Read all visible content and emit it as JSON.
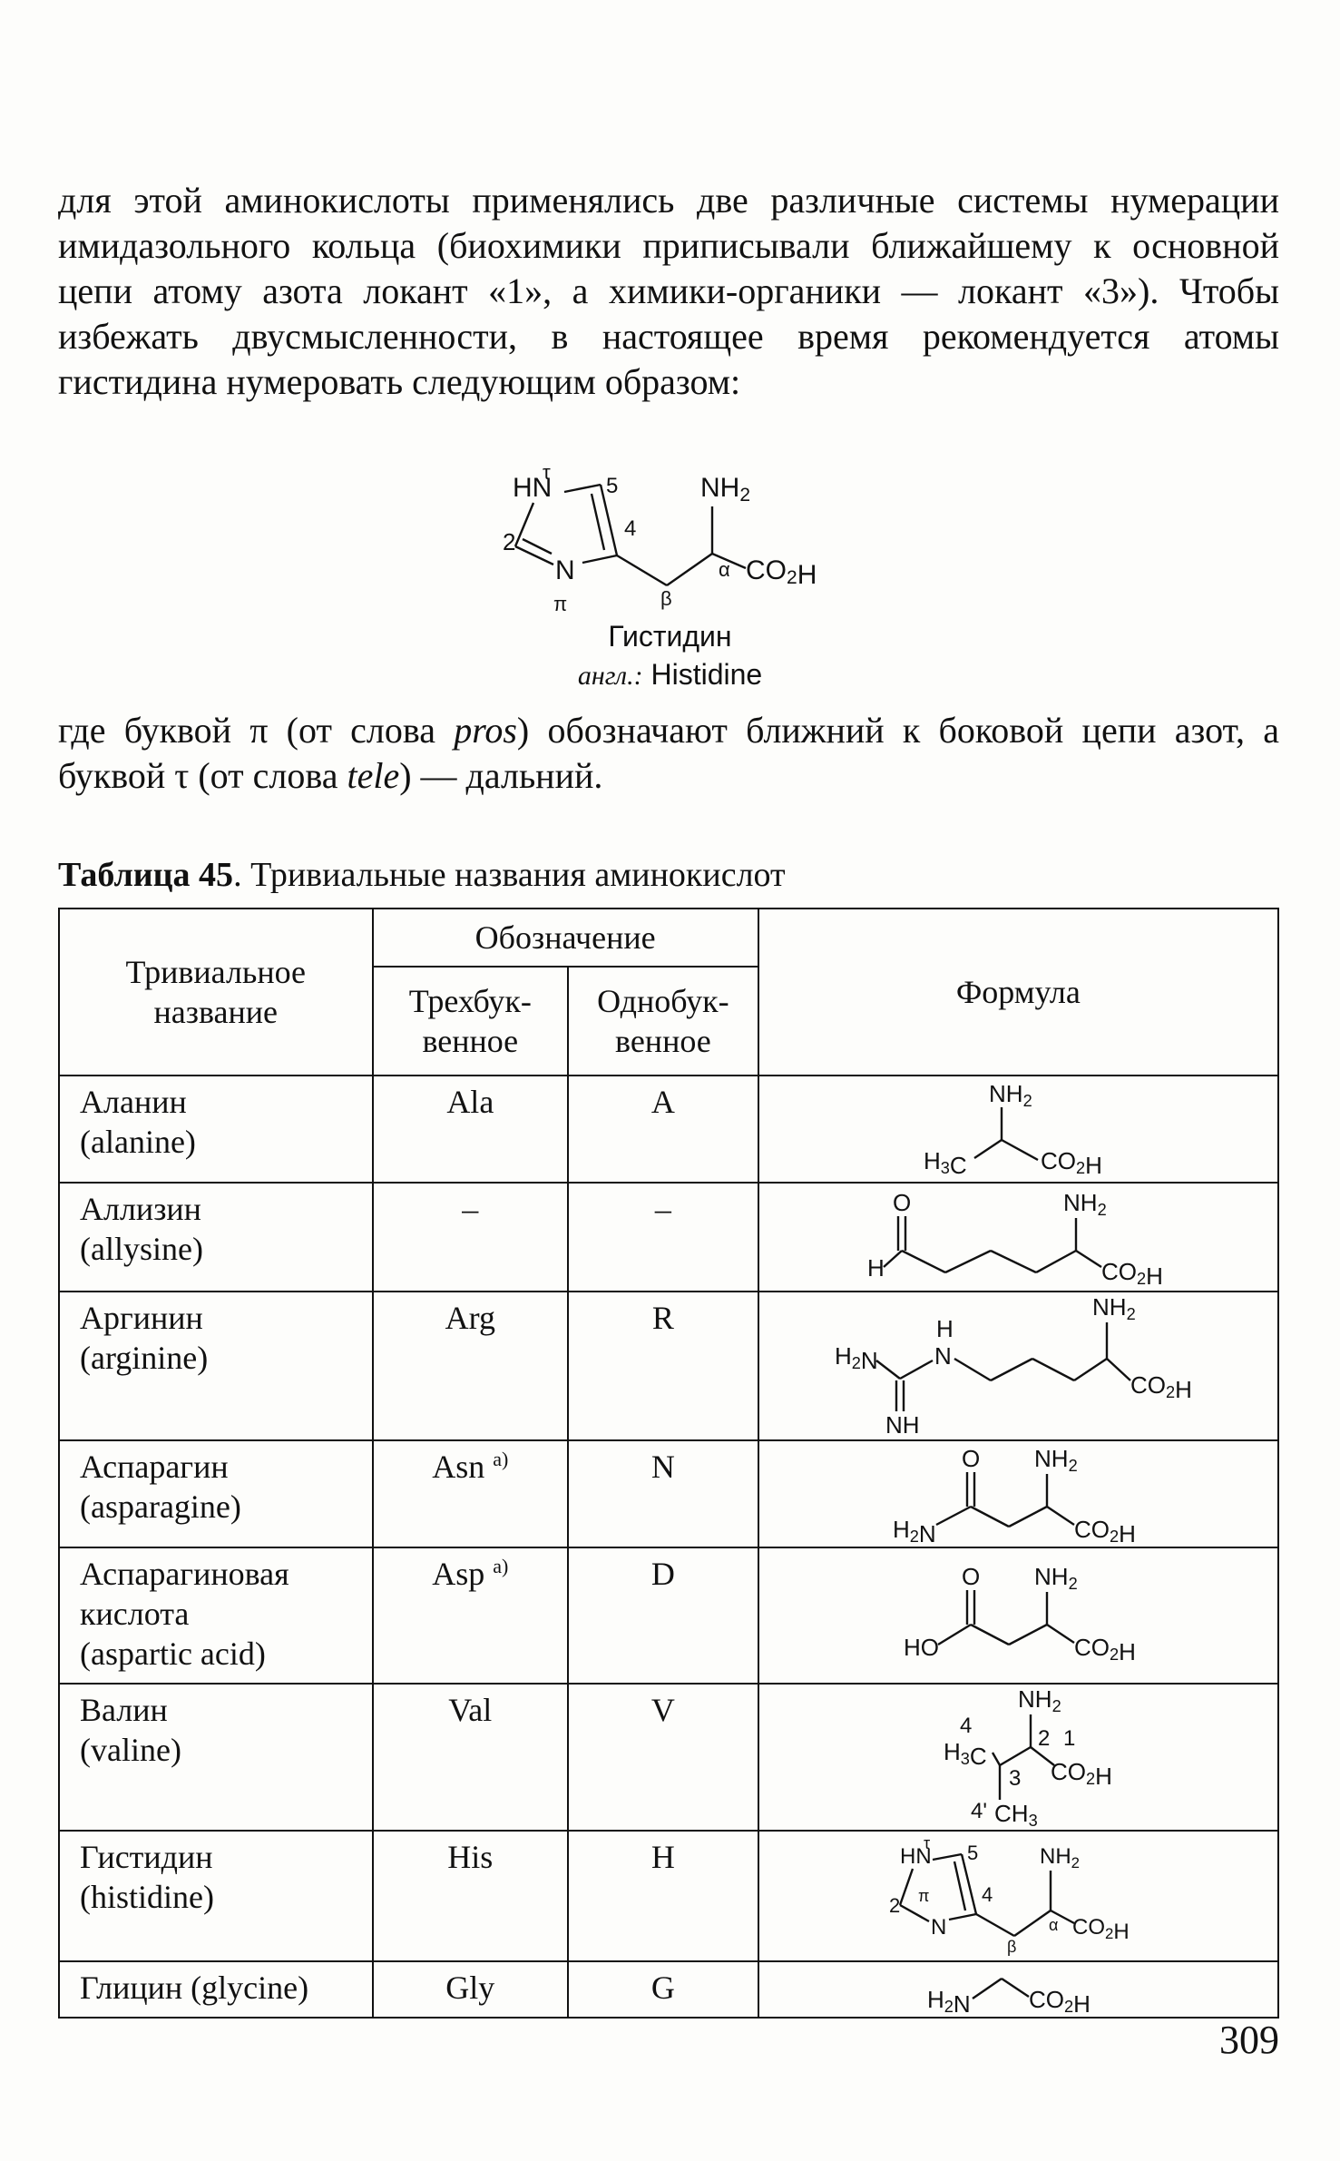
{
  "intro_paragraph": "для этой аминокислоты применялись две различные системы нумерации имидазольного кольца (биохимики приписывали ближайшему к основной цепи атому азота локант «1», а химики-органики — локант «3»). Чтобы избежать двусмысленности, в настоящее время рекомендуется атомы гистидина нумеровать следующим образом:",
  "figure": {
    "name": "Гистидин",
    "english_prefix": "англ.:",
    "english_name": "Histidine",
    "atoms": {
      "hn": "HN",
      "n": "N",
      "nh2": "NH2",
      "co2h": "CO2H",
      "tau": "τ",
      "pi": "π",
      "alpha": "α",
      "beta": "β",
      "num5": "5",
      "num4": "4",
      "num2": "2"
    }
  },
  "second_paragraph": {
    "part1": "где буквой π (от слова ",
    "pros": "pros",
    "part2": ") обозначают ближний к боковой цепи азот, а буквой τ (от слова ",
    "tele": "tele",
    "part3": ") — дальний."
  },
  "table": {
    "caption_bold": "Таблица 45",
    "caption_rest": ". Тривиальные названия аминокислот",
    "headers": {
      "trivial_name": "Тривиальное название",
      "designation": "Обозначение",
      "three_letter": "Трехбук-венное",
      "one_letter": "Однобук-венное",
      "formula": "Формула"
    },
    "rows": [
      {
        "name": "Аланин",
        "english": "(alanine)",
        "three": "Ala",
        "one": "A"
      },
      {
        "name": "Аллизин",
        "english": "(allysine)",
        "three": "–",
        "one": "–"
      },
      {
        "name": "Аргинин",
        "english": "(arginine)",
        "three": "Arg",
        "one": "R"
      },
      {
        "name": "Аспарагин",
        "english": "(asparagine)",
        "three": "Asn",
        "note": "а)",
        "one": "N"
      },
      {
        "name": "Аспарагиновая кислота",
        "english": "(aspartic acid)",
        "three": "Asp",
        "note": "а)",
        "one": "D"
      },
      {
        "name": "Валин",
        "english": "(valine)",
        "three": "Val",
        "one": "V"
      },
      {
        "name": "Гистидин",
        "english": "(histidine)",
        "three": "His",
        "one": "H"
      },
      {
        "name": "Глицин (glycine)",
        "english": "",
        "three": "Gly",
        "one": "G"
      }
    ],
    "formula_labels": {
      "nh2": "NH2",
      "co2h": "CO2H",
      "h3c": "H3C",
      "h2n": "H2N",
      "ho": "HO",
      "o": "O",
      "h": "H",
      "nh": "NH",
      "n": "N",
      "ch3": "CH3",
      "d1": "1",
      "d2": "2",
      "d3": "3",
      "d4": "4",
      "d4p": "4'",
      "d5": "5",
      "tau": "τ",
      "pi": "π",
      "alpha": "α",
      "beta": "β",
      "hn": "HN"
    }
  },
  "page_number": "309"
}
